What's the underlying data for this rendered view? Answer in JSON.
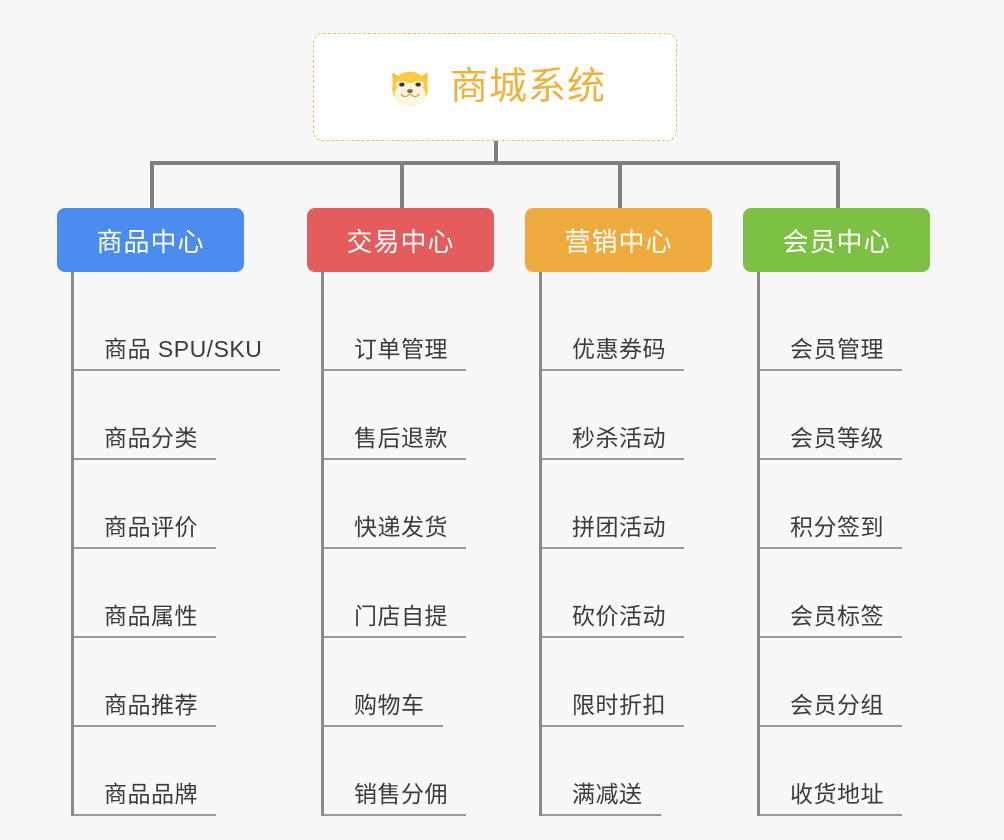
{
  "page": {
    "background_color": "#f8f8f8",
    "connector_color": "#808080",
    "leaf_line_color": "#9a9a9a",
    "leaf_text_color": "#3c3c3c"
  },
  "root": {
    "title": "商城系统",
    "icon": "shiba-dog-face-icon",
    "accent_color": "#efb23c",
    "border_style": "dashed",
    "background_color": "#ffffff"
  },
  "categories": [
    {
      "label": "商品中心",
      "color": "#4a8cf0",
      "items": [
        {
          "label": "商品 SPU/SKU"
        },
        {
          "label": "商品分类"
        },
        {
          "label": "商品评价"
        },
        {
          "label": "商品属性"
        },
        {
          "label": "商品推荐"
        },
        {
          "label": "商品品牌"
        }
      ]
    },
    {
      "label": "交易中心",
      "color": "#e45c5c",
      "items": [
        {
          "label": "订单管理"
        },
        {
          "label": "售后退款"
        },
        {
          "label": "快递发货"
        },
        {
          "label": "门店自提"
        },
        {
          "label": "购物车"
        },
        {
          "label": "销售分佣"
        }
      ]
    },
    {
      "label": "营销中心",
      "color": "#eeab3e",
      "items": [
        {
          "label": "优惠券码"
        },
        {
          "label": "秒杀活动"
        },
        {
          "label": "拼团活动"
        },
        {
          "label": "砍价活动"
        },
        {
          "label": "限时折扣"
        },
        {
          "label": "满减送"
        }
      ]
    },
    {
      "label": "会员中心",
      "color": "#7cc143",
      "items": [
        {
          "label": "会员管理"
        },
        {
          "label": "会员等级"
        },
        {
          "label": "积分签到"
        },
        {
          "label": "会员标签"
        },
        {
          "label": "会员分组"
        },
        {
          "label": "收货地址"
        }
      ]
    }
  ]
}
